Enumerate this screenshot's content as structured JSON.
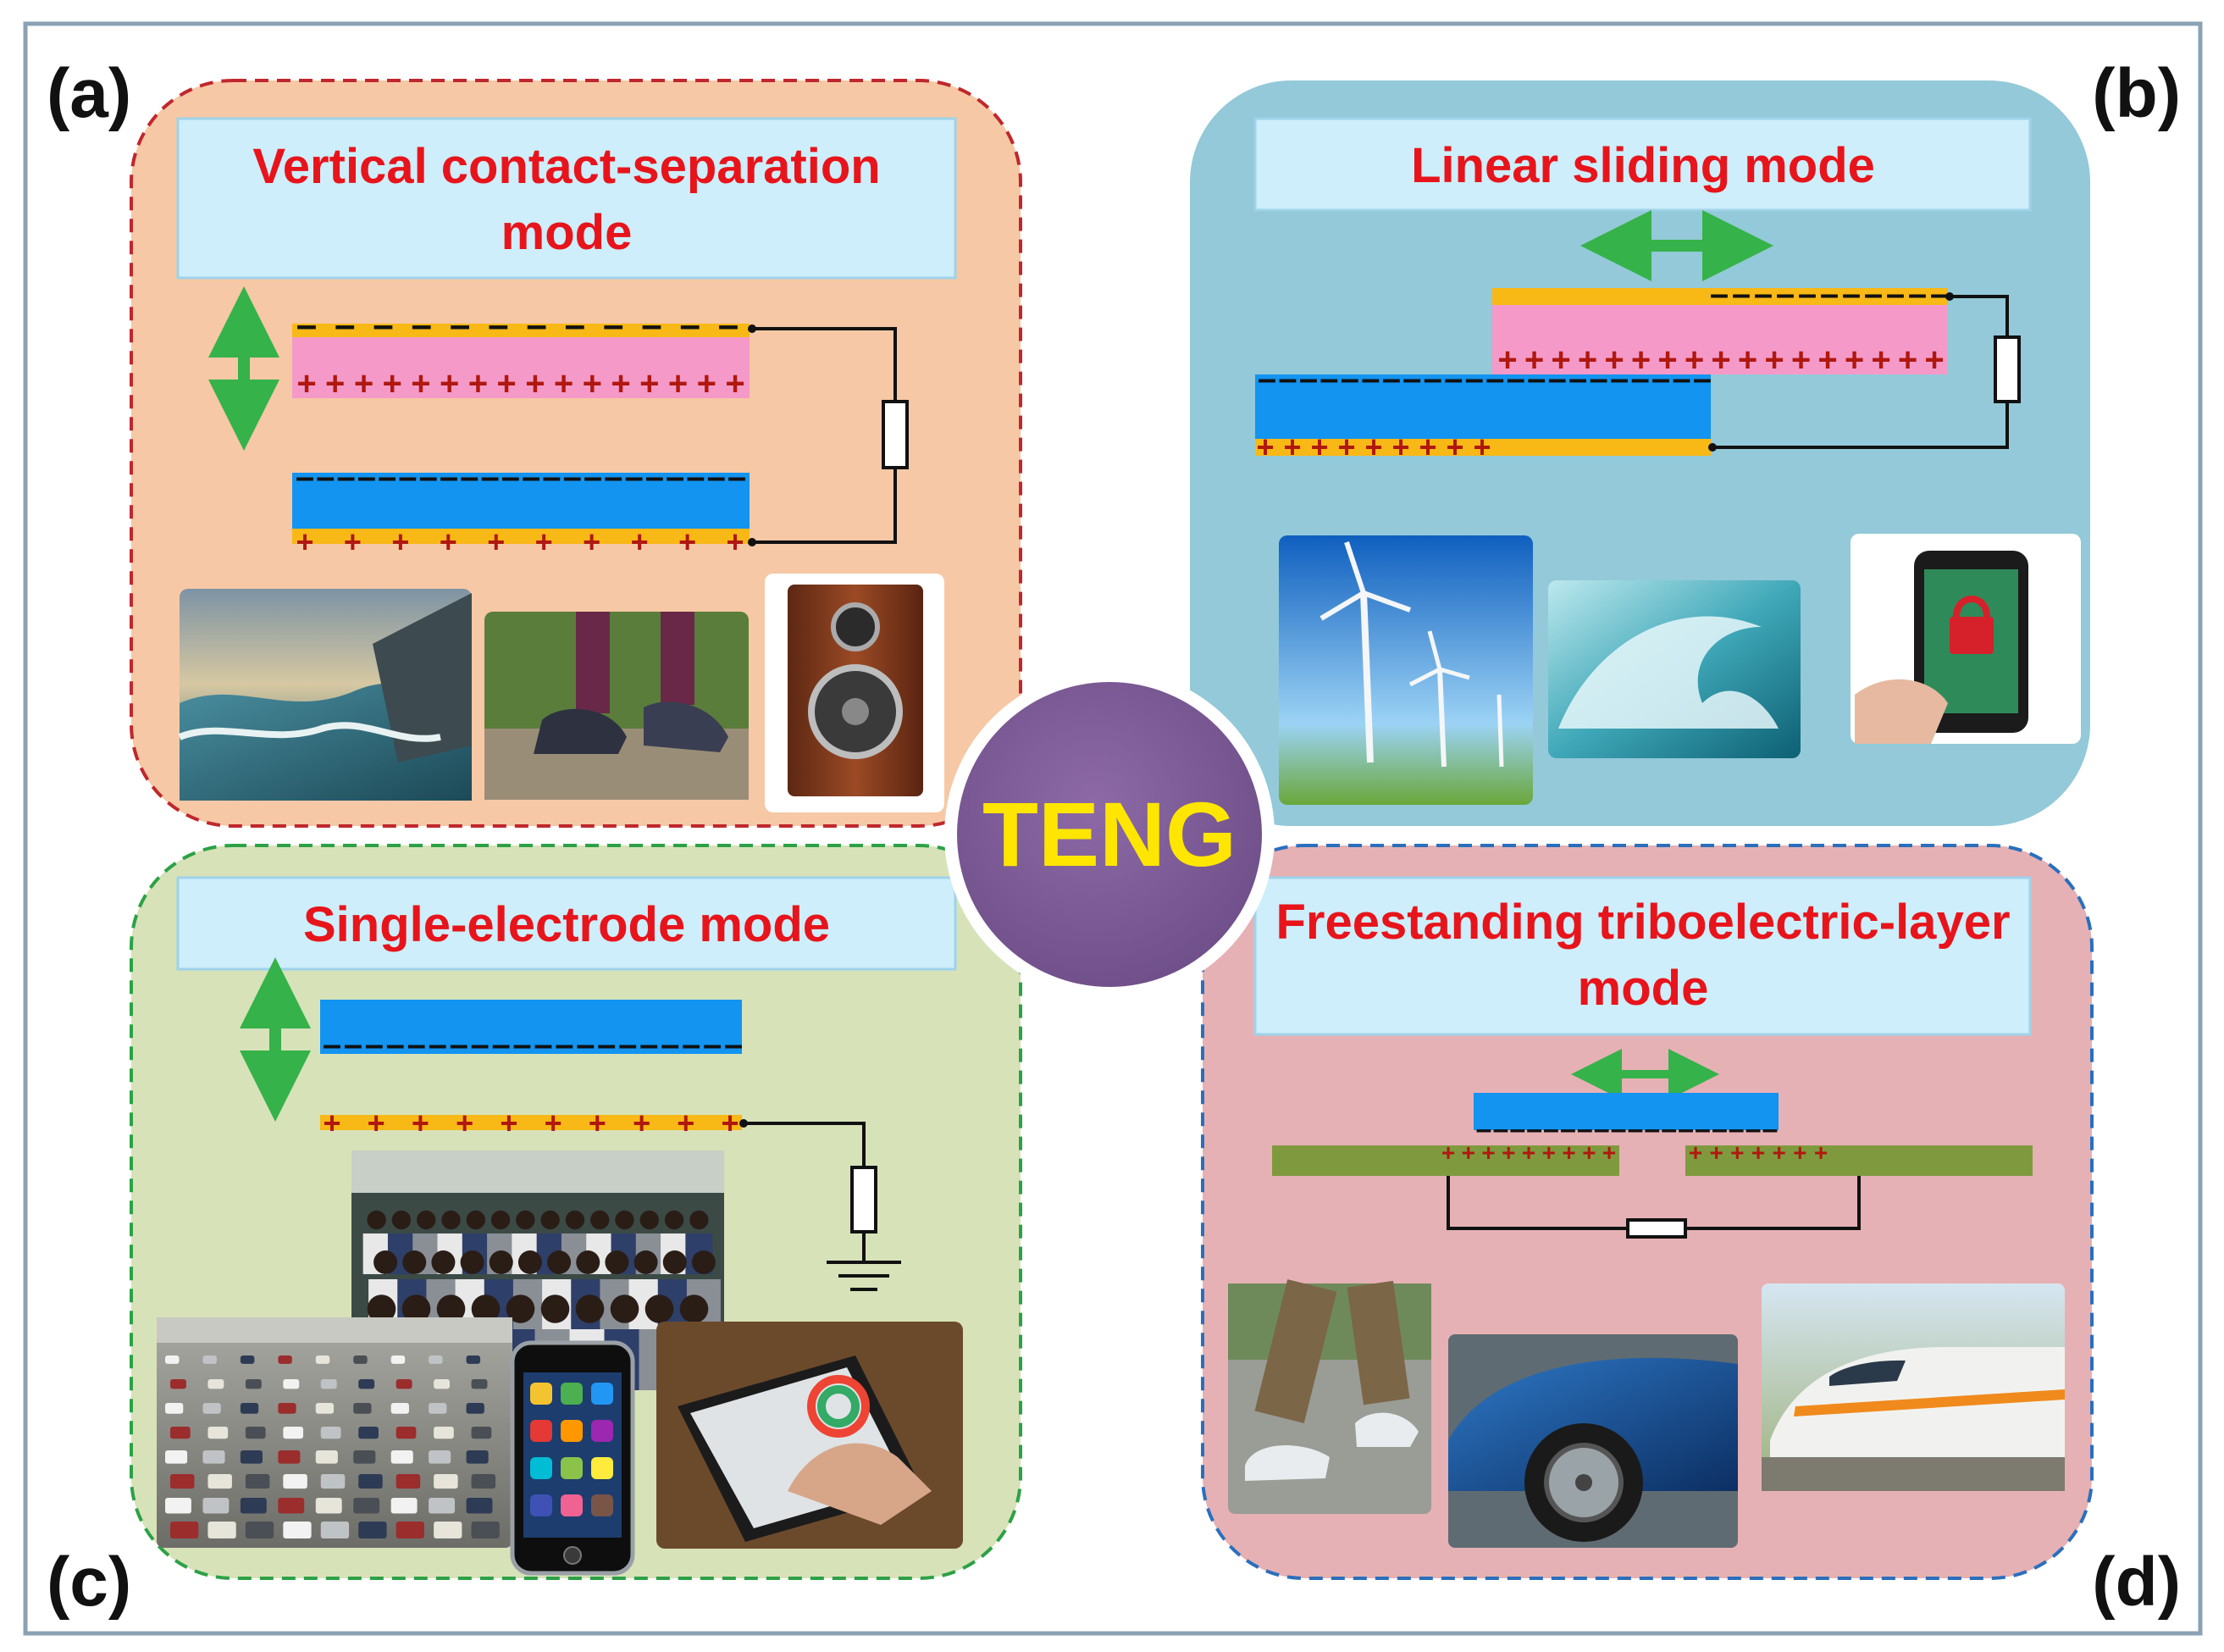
{
  "center": {
    "label": "TENG",
    "color": "#7d5b95"
  },
  "panels": [
    {
      "letter": "(a)",
      "title_lines": [
        "Vertical contact-separation",
        "mode"
      ],
      "background": "#f6c8a5",
      "border": "#c0272d",
      "photos": [
        "ocean-waves-photo",
        "walking-shoes-photo",
        "speaker-photo"
      ]
    },
    {
      "letter": "(b)",
      "title_lines": [
        "Linear sliding mode"
      ],
      "background": "#93c9d8",
      "border": "#93c9d8",
      "photos": [
        "wind-turbines-photo",
        "ocean-wave-photo",
        "touch-phone-photo"
      ]
    },
    {
      "letter": "(c)",
      "title_lines": [
        "Single-electrode mode"
      ],
      "background": "#d7e2b9",
      "border": "#2ca146",
      "photos": [
        "crowd-photo",
        "highway-traffic-photo",
        "smartphone-photo",
        "touch-tablet-photo"
      ]
    },
    {
      "letter": "(d)",
      "title_lines": [
        "Freestanding triboelectric-layer",
        "mode"
      ],
      "background": "#e6b1b4",
      "border": "#2a6fbd",
      "photos": [
        "walking-feet-photo",
        "car-wheel-photo",
        "high-speed-train-photo"
      ]
    }
  ],
  "colors": {
    "title_box": "#cdeefa",
    "title_text": "#e8141b",
    "electrode": "#f8b816",
    "pink_layer": "#f59ac8",
    "blue_layer": "#1294f0",
    "olive_electrode": "#7f9a3e",
    "arrow": "#35b24a"
  }
}
